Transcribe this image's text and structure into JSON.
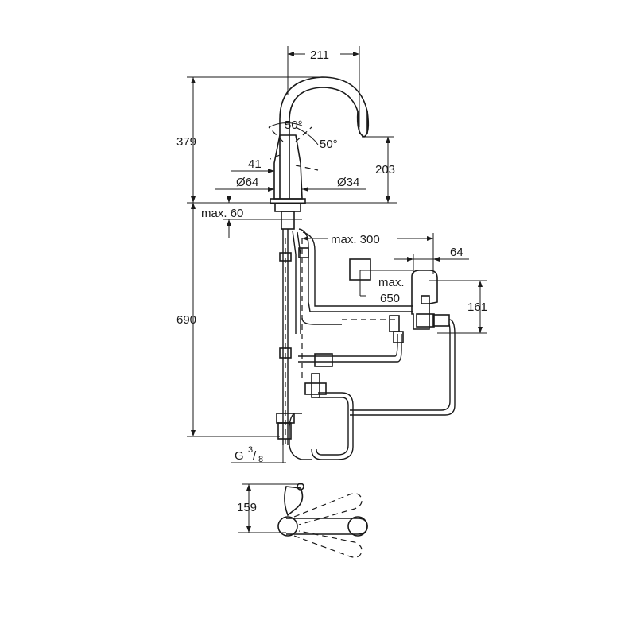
{
  "dimensions": {
    "spout_reach": "211",
    "total_height": "379",
    "angle_left": "50°",
    "angle_right": "50°",
    "spray_head_len": "41",
    "base_diameter": "Ø64",
    "hole_diameter": "Ø34",
    "spout_height": "203",
    "max_counter": "max. 60",
    "max_300": "max. 300",
    "width_64": "64",
    "max_650_a": "max.",
    "max_650_b": "650",
    "height_161": "161",
    "under_height": "690",
    "thread_g": "G",
    "thread_num": "3",
    "thread_den": "8",
    "lever_159": "159"
  }
}
